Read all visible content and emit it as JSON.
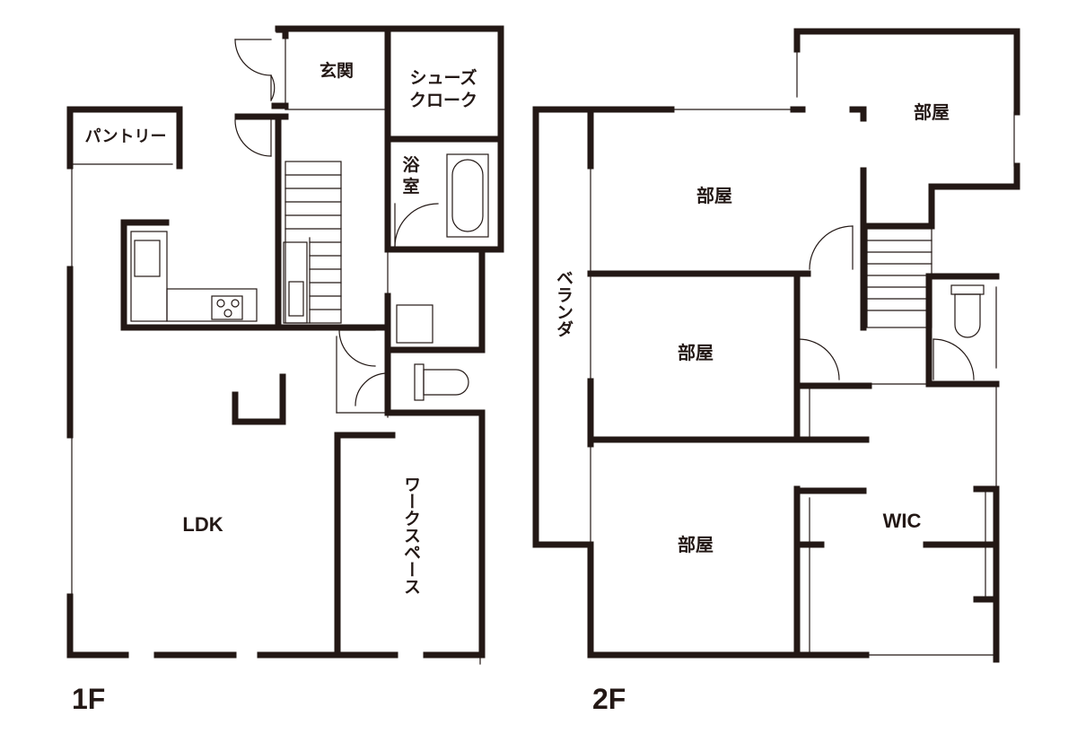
{
  "floors": {
    "first": {
      "label": "1F",
      "rooms": {
        "genkan": "玄関",
        "shoes_closet_line1": "シューズ",
        "shoes_closet_line2": "クローク",
        "pantry": "パントリー",
        "bath_line1": "浴",
        "bath_line2": "室",
        "ldk": "LDK",
        "workspace": "ワークスペース"
      }
    },
    "second": {
      "label": "2F",
      "rooms": {
        "room_top_right": "部屋",
        "room_upper": "部屋",
        "room_middle": "部屋",
        "room_lower": "部屋",
        "veranda": "ベランダ",
        "wic": "WIC"
      }
    }
  },
  "colors": {
    "wall": "#231815",
    "thin_line": "#231815",
    "background": "#ffffff"
  }
}
